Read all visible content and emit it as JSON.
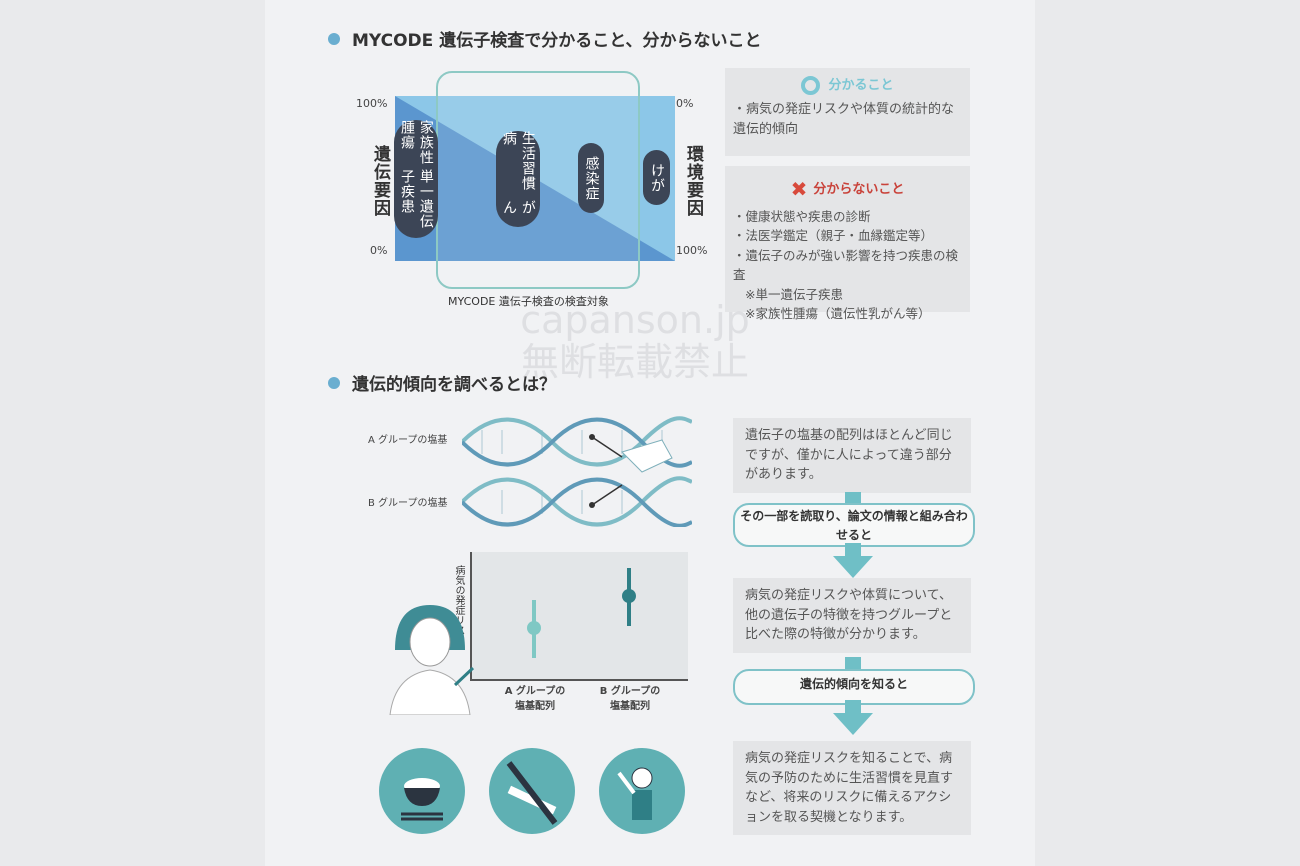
{
  "section1": {
    "title": "MYCODE 遺伝子検査で分かること、分からないこと",
    "chart": {
      "left_top": "100%",
      "left_bottom": "0%",
      "right_top": "0%",
      "right_bottom": "100%",
      "left_label": "遺伝要因",
      "right_label": "環境要因",
      "caption": "MYCODE 遺伝子検査の検査対象",
      "pills": [
        {
          "line1": "単一遺伝子疾患",
          "line2": "家族性腫瘍"
        },
        {
          "line1": "がん",
          "line2": "生活習慣病"
        },
        {
          "line1": "感染症"
        },
        {
          "line1": "けが"
        }
      ]
    },
    "known": {
      "title": "分かること",
      "items": [
        "・病気の発症リスクや体質の統計的な遺伝的傾向"
      ]
    },
    "unknown": {
      "title": "分からないこと",
      "items": [
        "・健康状態や疾患の診断",
        "・法医学鑑定（親子・血縁鑑定等）",
        "・遺伝子のみが強い影響を持つ疾患の検査"
      ],
      "notes": [
        "※単一遺伝子疾患",
        "※家族性腫瘍（遺伝性乳がん等）"
      ]
    }
  },
  "section2": {
    "title": "遺伝的傾向を調べるとは？",
    "dna_a": "A グループの塩基",
    "dna_b": "B グループの塩基",
    "graph": {
      "ylabel": "病気の発症リスク",
      "xa": "A グループの塩基配列",
      "xb": "B グループの塩基配列"
    },
    "flow": [
      "遺伝子の塩基の配列はほとんど同じですが、僅かに人によって違う部分があります。",
      "その一部を読取り、論文の情報と組み合わせると",
      "病気の発症リスクや体質について、他の遺伝子の特徴を持つグループと比べた際の特徴が分かります。",
      "遺伝的傾向を知ると",
      "病気の発症リスクを知ることで、病気の予防のために生活習慣を見直すなど、将来のリスクに備えるアクションを取る契機となります。"
    ]
  },
  "watermark": {
    "line1": "capanson.jp",
    "line2": "無断転載禁止"
  },
  "colors": {
    "accent": "#6aaed0",
    "teal": "#6fbfc6",
    "dark_blue": "#5b96cf",
    "light_blue": "#8cc7e8",
    "pill": "#3c4556",
    "cross": "#d84a3c"
  }
}
